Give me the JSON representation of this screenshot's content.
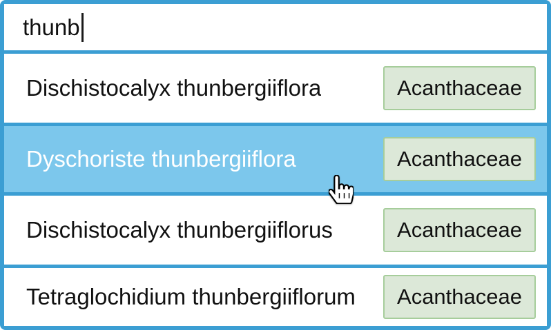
{
  "search": {
    "value": "thunb"
  },
  "colors": {
    "frame": "#3b9ed3",
    "highlight": "#7cc7ec",
    "badge_bg": "#dce8d8",
    "badge_border": "#a6cd9b",
    "text": "#111111",
    "highlight_text": "#ffffff"
  },
  "results": [
    {
      "name": "Dischistocalyx thunbergiiflora",
      "family": "Acanthaceae",
      "state": "normal"
    },
    {
      "name": "Dyschoriste thunbergiiflora",
      "family": "Acanthaceae",
      "state": "highlighted"
    },
    {
      "name": "Dischistocalyx thunbergiiflorus",
      "family": "Acanthaceae",
      "state": "normal"
    },
    {
      "name": "Tetraglochidium thunbergiiflorum",
      "family": "Acanthaceae",
      "state": "normal"
    }
  ],
  "cursor": {
    "type": "hand-pointer"
  }
}
